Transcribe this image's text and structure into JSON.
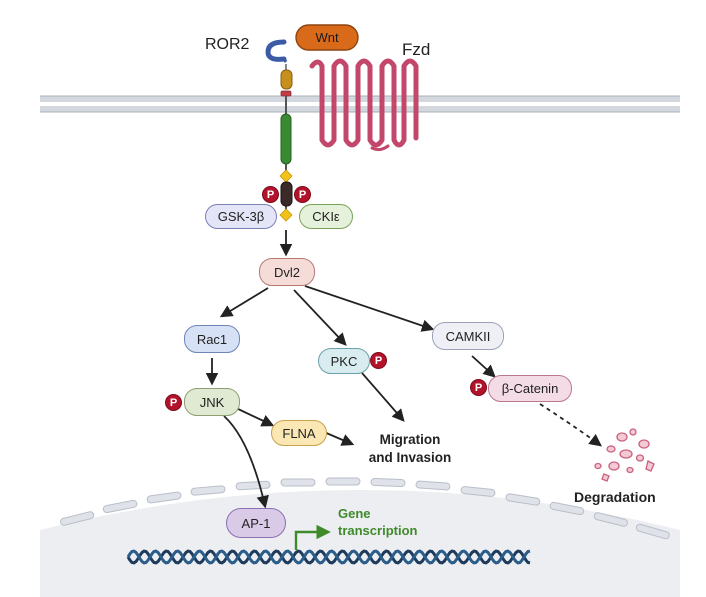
{
  "labels": {
    "wnt": "Wnt",
    "ror2": "ROR2",
    "fzd": "Fzd",
    "gsk3b": "GSK-3β",
    "cki": "CKIε",
    "dvl2": "Dvl2",
    "rac1": "Rac1",
    "pkc": "PKC",
    "camkii": "CAMKII",
    "jnk": "JNK",
    "flna": "FLNA",
    "bcatenin": "β-Catenin",
    "migration_line1": "Migration",
    "migration_line2": "and Invasion",
    "degradation": "Degradation",
    "ap1": "AP-1",
    "gene_line1": "Gene",
    "gene_line2": "transcription",
    "phospho": "P"
  },
  "colors": {
    "membrane": "#c9ced6",
    "fzd": "#c2476a",
    "wnt_fill": "#d86a1a",
    "arrow": "#222222",
    "gene_text": "#3f8b2a",
    "dna": "#1f3b5c",
    "phospho": "#b3122b"
  },
  "icons": {
    "receptor": "ror2-receptor-icon",
    "fzd": "fzd-seven-transmembrane-icon",
    "debris": "degradation-fragments-icon",
    "dna": "dna-helix-icon"
  }
}
